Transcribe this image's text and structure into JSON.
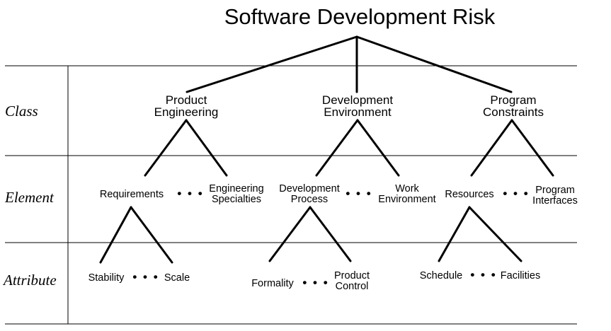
{
  "title": "Software Development Risk",
  "rows": {
    "class": "Class",
    "element": "Element",
    "attribute": "Attribute"
  },
  "classes": [
    {
      "line1": "Product",
      "line2": "Engineering"
    },
    {
      "line1": "Development",
      "line2": "Environment"
    },
    {
      "line1": "Program",
      "line2": "Constraints"
    }
  ],
  "elements": [
    {
      "left": "Requirements",
      "right_line1": "Engineering",
      "right_line2": "Specialties"
    },
    {
      "left_line1": "Development",
      "left_line2": "Process",
      "right_line1": "Work",
      "right_line2": "Environment"
    },
    {
      "left": "Resources",
      "right_line1": "Program",
      "right_line2": "Interfaces"
    }
  ],
  "attributes": [
    {
      "left": "Stability",
      "right": "Scale"
    },
    {
      "left": "Formality",
      "right_line1": "Product",
      "right_line2": "Control"
    },
    {
      "left": "Schedule",
      "right": "Facilities"
    }
  ],
  "ellipsis": "• • •"
}
